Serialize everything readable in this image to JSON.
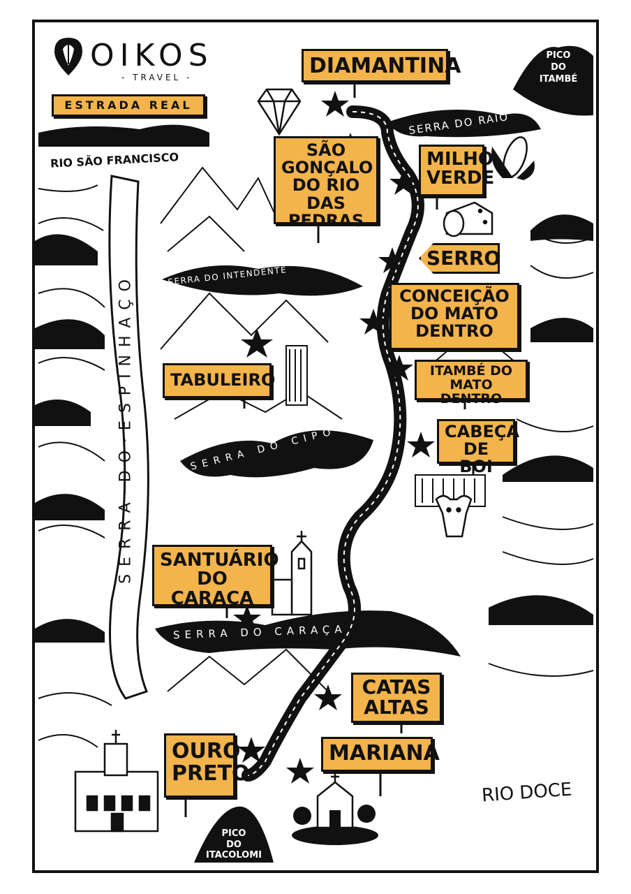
{
  "brand": {
    "name": "OIKOS",
    "tagline": "- TRAVEL -"
  },
  "route_title": "ESTRADA REAL",
  "colors": {
    "accent": "#f4b44c",
    "ink": "#111111",
    "paper": "#ffffff"
  },
  "towns": {
    "diamantina": "DIAMANTINA",
    "sao_goncalo": [
      "SÃO",
      "GONÇALO",
      "DO RIO DAS",
      "PEDRAS"
    ],
    "milho_verde": [
      "MILHO",
      "VERDE"
    ],
    "serro": "SERRO",
    "conceicao": [
      "CONCEIÇÃO",
      "DO MATO",
      "DENTRO"
    ],
    "itambe": [
      "ITAMBÉ DO",
      "MATO DENTRO"
    ],
    "cabeca_de_boi": [
      "CABEÇA",
      "DE BOI"
    ],
    "tabuleiro": "TABULEIRO",
    "santuario": [
      "SANTUÁRIO",
      "DO CARAÇA"
    ],
    "catas_altas": [
      "CATAS",
      "ALTAS"
    ],
    "mariana": "MARIANA",
    "ouro_preto": [
      "OURO",
      "PRETO"
    ]
  },
  "landmarks": {
    "pico_itambe": [
      "PICO",
      "DO",
      "ITAMBÉ"
    ],
    "pico_itacolomi": [
      "PICO",
      "DO",
      "ITACOLOMI"
    ],
    "serra_do_raio": "SERRA DO RAIO",
    "serra_do_intendente": "SERRA DO INTENDENTE",
    "serra_do_cipo": "SERRA DO CIPÓ",
    "serra_do_caraca": "SERRA DO CARAÇA",
    "serra_do_espinhaco": "SERRA·DO·ESPINHAÇO",
    "rio_sao_francisco": "RIO SÃO FRANCISCO",
    "rio_doce": "RIO DOCE"
  },
  "icons": [
    "map-pin-logo-icon",
    "diamond-icon",
    "corn-icon",
    "cheese-icon",
    "waterfall-icon",
    "cow-icon",
    "church-icon",
    "ouro-preto-church-icon",
    "mariana-church-icon",
    "star-icon"
  ]
}
